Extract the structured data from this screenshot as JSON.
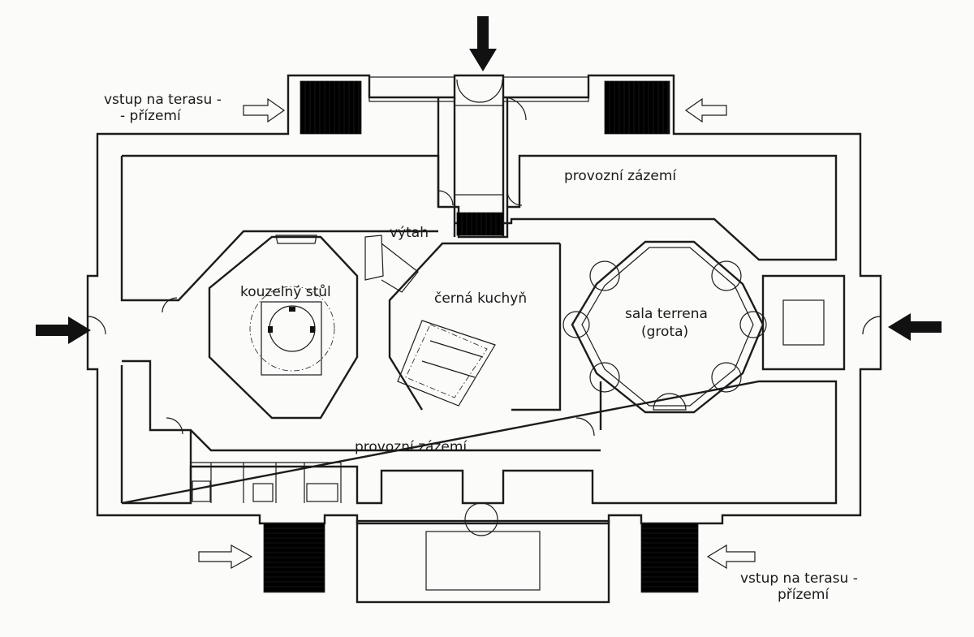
{
  "labels": {
    "terrace_entry_top_line1": "vstup na terasu -",
    "terrace_entry_top_line2": "- přízemí",
    "terrace_entry_bottom_line1": "vstup na terasu -",
    "terrace_entry_bottom_line2": "přízemí",
    "service_top": "provozní zázemí",
    "service_bottom": "provozní zázemí",
    "elevator": "výtah",
    "magic_table": "kouzelný stůl",
    "black_kitchen": "černá kuchyň",
    "sala_terrena": "sala terrena",
    "grotto": "(grota)"
  },
  "colors": {
    "ink": "#1c1c1c",
    "paper": "#fbfbf9"
  }
}
